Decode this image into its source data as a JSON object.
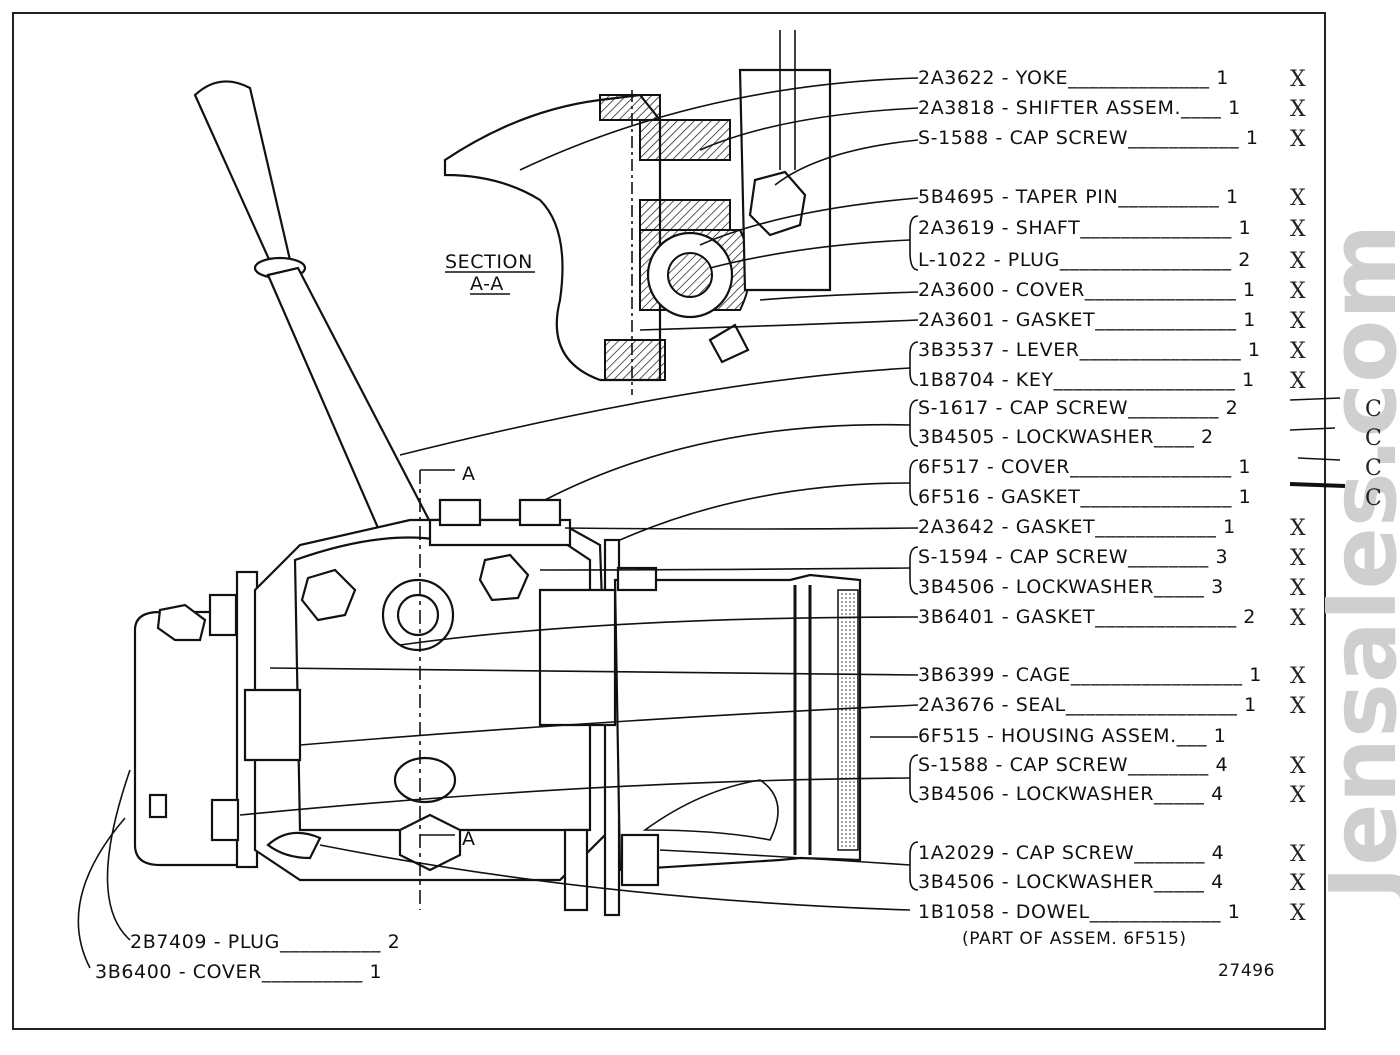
{
  "section_title": [
    "SECTION",
    "A-A"
  ],
  "section_marker": "A",
  "drawing_number": "27496",
  "watermark": "Jensales.com",
  "dowel_note": "(PART OF ASSEM. 6F515)",
  "pencil_marks": {
    "x": "X",
    "c": "C"
  },
  "right_labels": [
    {
      "text": "2A3622 - YOKE______________ 1",
      "mark": "X"
    },
    {
      "text": "2A3818 - SHIFTER ASSEM.____ 1",
      "mark": "X"
    },
    {
      "text": "S-1588 - CAP SCREW___________ 1",
      "mark": "X"
    },
    {
      "text": "5B4695 - TAPER PIN__________ 1",
      "mark": "X"
    },
    {
      "text": "2A3619 - SHAFT_______________ 1",
      "mark": "X"
    },
    {
      "text": "L-1022 - PLUG_________________ 2",
      "mark": "X"
    },
    {
      "text": "2A3600 - COVER_______________ 1",
      "mark": "X"
    },
    {
      "text": "2A3601 - GASKET______________ 1",
      "mark": "X"
    },
    {
      "text": "3B3537 - LEVER________________ 1",
      "mark": "X"
    },
    {
      "text": "1B8704 - KEY__________________ 1",
      "mark": "X"
    },
    {
      "text": "S-1617 - CAP SCREW_________ 2",
      "mark": "C"
    },
    {
      "text": "3B4505 - LOCKWASHER____ 2",
      "mark": "C"
    },
    {
      "text": "6F517 - COVER________________ 1",
      "mark": "C"
    },
    {
      "text": "6F516 - GASKET_______________ 1",
      "mark": "C"
    },
    {
      "text": "2A3642 - GASKET____________ 1",
      "mark": "X"
    },
    {
      "text": "S-1594 - CAP SCREW________ 3",
      "mark": "X"
    },
    {
      "text": "3B4506 - LOCKWASHER_____ 3",
      "mark": "X"
    },
    {
      "text": "3B6401 - GASKET______________ 2",
      "mark": "X"
    },
    {
      "text": "3B6399 - CAGE_________________ 1",
      "mark": "X"
    },
    {
      "text": "2A3676 - SEAL_________________ 1",
      "mark": "X"
    },
    {
      "text": "6F515 - HOUSING ASSEM.___ 1",
      "mark": ""
    },
    {
      "text": "S-1588 - CAP SCREW________ 4",
      "mark": "X"
    },
    {
      "text": "3B4506 - LOCKWASHER_____ 4",
      "mark": "X"
    },
    {
      "text": "1A2029 - CAP SCREW_______ 4",
      "mark": "X"
    },
    {
      "text": "3B4506 - LOCKWASHER_____ 4",
      "mark": "X"
    },
    {
      "text": "1B1058 - DOWEL_____________ 1",
      "mark": "X"
    }
  ],
  "left_labels": [
    {
      "text": "2B7409 - PLUG__________ 2"
    },
    {
      "text": "3B6400 - COVER__________ 1"
    }
  ]
}
